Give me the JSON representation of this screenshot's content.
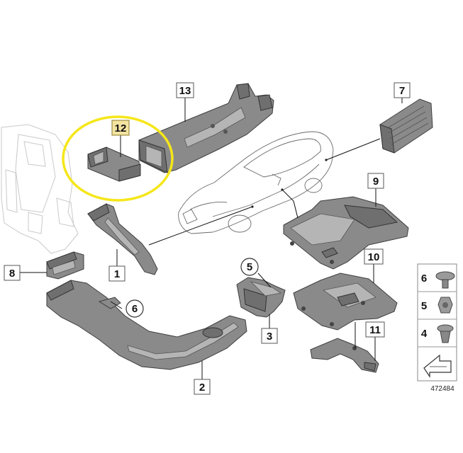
{
  "callouts": {
    "c1": "1",
    "c2": "2",
    "c3": "3",
    "c5": "5",
    "c6": "6",
    "c7": "7",
    "c8": "8",
    "c9": "9",
    "c10": "10",
    "c11": "11",
    "c12": "12",
    "c13": "13"
  },
  "legend": {
    "items": [
      {
        "label": "6",
        "icon": "push-rivet-icon"
      },
      {
        "label": "5",
        "icon": "hex-nut-icon"
      },
      {
        "label": "4",
        "icon": "expanding-clip-icon"
      }
    ],
    "arrow_icon": "direction-arrow-icon"
  },
  "reference_number": "472484",
  "highlight": {
    "part": "12",
    "color": "#f5e61a"
  }
}
